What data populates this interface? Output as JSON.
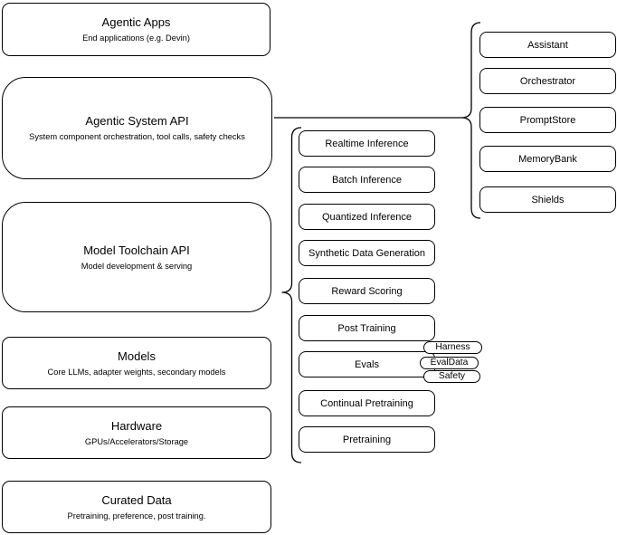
{
  "diagram": {
    "left_stack": [
      {
        "title": "Agentic Apps",
        "subtitle": "End applications (e.g. Devin)"
      },
      {
        "title": "Agentic System API",
        "subtitle": "System component orchestration, tool calls, safety checks"
      },
      {
        "title": "Model Toolchain API",
        "subtitle": "Model development & serving"
      },
      {
        "title": "Models",
        "subtitle": "Core LLMs, adapter weights, secondary models"
      },
      {
        "title": "Hardware",
        "subtitle": "GPUs/Accelerators/Storage"
      },
      {
        "title": "Curated Data",
        "subtitle": "Pretraining, preference, post training."
      }
    ],
    "toolchain_group": {
      "items": [
        "Realtime Inference",
        "Batch Inference",
        "Quantized Inference",
        "Synthetic Data Generation",
        "Reward Scoring",
        "Post Training",
        "Evals",
        "Continual Pretraining",
        "Pretraining"
      ],
      "evals_tags": [
        "Harness",
        "EvalData",
        "Safety"
      ]
    },
    "system_group": {
      "items": [
        "Assistant",
        "Orchestrator",
        "PromptStore",
        "MemoryBank",
        "Shields"
      ]
    },
    "colors": {
      "stroke": "#000000",
      "fill": "#ffffff"
    }
  }
}
